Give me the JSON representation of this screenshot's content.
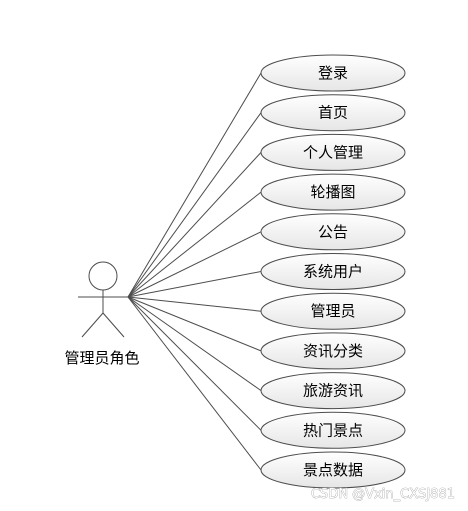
{
  "actor": {
    "label": "管理员角色"
  },
  "use_cases": [
    {
      "label": "登录"
    },
    {
      "label": "首页"
    },
    {
      "label": "个人管理"
    },
    {
      "label": "轮播图"
    },
    {
      "label": "公告"
    },
    {
      "label": "系统用户"
    },
    {
      "label": "管理员"
    },
    {
      "label": "资讯分类"
    },
    {
      "label": "旅游资讯"
    },
    {
      "label": "热门景点"
    },
    {
      "label": "景点数据"
    }
  ],
  "watermark": "CSDN @Vxin_CXSJ881",
  "colors": {
    "ellipse_fill_top": "#ffffff",
    "ellipse_fill_bottom": "#e6e6e6",
    "stroke": "#4d4d4d"
  }
}
